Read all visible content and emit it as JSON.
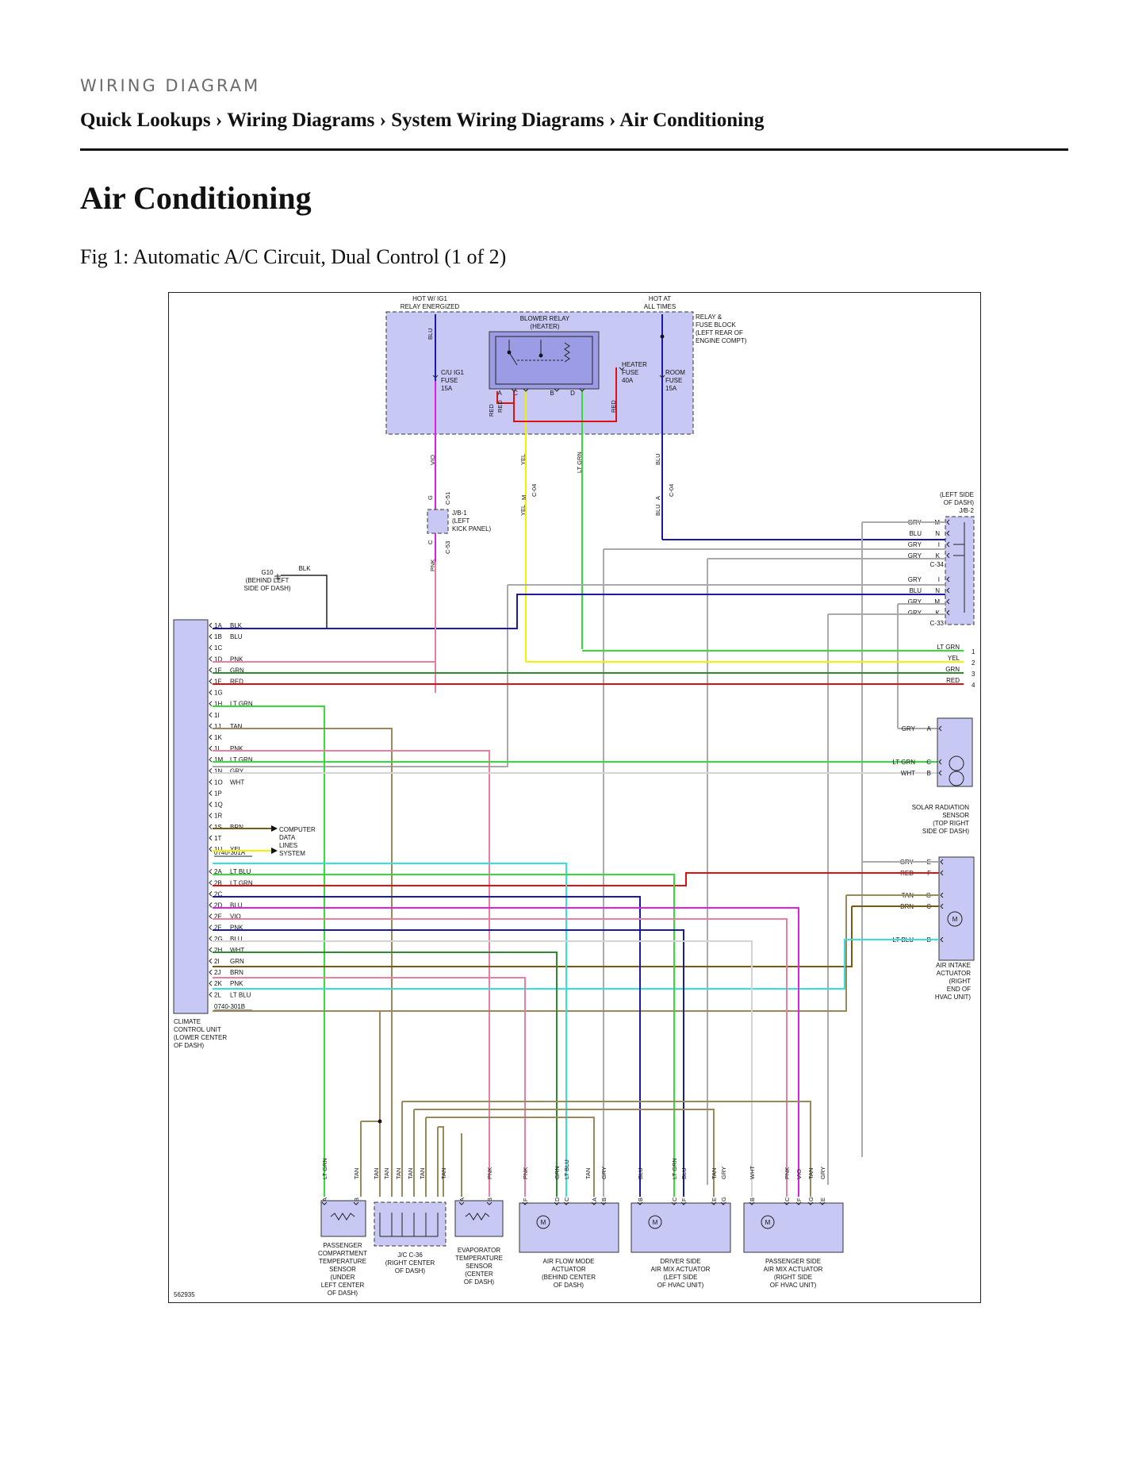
{
  "header": {
    "kicker": "WIRING DIAGRAM",
    "breadcrumb": [
      "Quick Lookups",
      "Wiring Diagrams",
      "System Wiring Diagrams",
      "Air Conditioning"
    ],
    "separator": "›"
  },
  "page_title": "Air Conditioning",
  "figure_caption": "Fig 1: Automatic A/C Circuit, Dual Control (1 of 2)",
  "diagram": {
    "figure_id": "562935",
    "labels": {
      "hot_ig1": [
        "HOT W/ IG1",
        "RELAY ENERGIZED"
      ],
      "hot_all": [
        "HOT AT",
        "ALL TIMES"
      ],
      "relay_block": [
        "RELAY &",
        "FUSE BLOCK",
        "(LEFT REAR OF",
        "ENGINE COMPT)"
      ],
      "blower_relay": [
        "BLOWER RELAY",
        "(HEATER)"
      ],
      "cu_fuse": [
        "C/U IG1",
        "FUSE",
        "15A"
      ],
      "heater_fuse": [
        "HEATER",
        "FUSE",
        "40A"
      ],
      "room_fuse": [
        "ROOM",
        "FUSE",
        "15A"
      ],
      "jb1": [
        "J/B-1",
        "(LEFT",
        "KICK PANEL)"
      ],
      "jb2": [
        "(LEFT SIDE",
        "OF DASH)",
        "J/B-2"
      ],
      "ground": [
        "G10",
        "(BEHIND LEFT",
        "SIDE OF DASH)"
      ],
      "ccu": [
        "CLIMATE",
        "CONTROL UNIT",
        "(LOWER CENTER",
        "OF DASH)"
      ],
      "solar": [
        "SOLAR RADIATION",
        "SENSOR",
        "(TOP RIGHT",
        "SIDE OF DASH)"
      ],
      "intake": [
        "AIR INTAKE",
        "ACTUATOR",
        "(RIGHT",
        "END OF",
        "HVAC UNIT)"
      ],
      "computer": [
        "COMPUTER",
        "DATA",
        "LINES",
        "SYSTEM"
      ],
      "pass_temp": [
        "PASSENGER",
        "COMPARTMENT",
        "TEMPERATURE",
        "SENSOR",
        "(UNDER",
        "LEFT CENTER",
        "OF DASH)"
      ],
      "jc36": [
        "J/C C-36",
        "(RIGHT CENTER",
        "OF DASH)"
      ],
      "evap": [
        "EVAPORATOR",
        "TEMPERATURE",
        "SENSOR",
        "(CENTER",
        "OF DASH)"
      ],
      "airflow": [
        "AIR FLOW MODE",
        "ACTUATOR",
        "(BEHIND CENTER",
        "OF DASH)"
      ],
      "driver_mix": [
        "DRIVER SIDE",
        "AIR MIX ACTUATOR",
        "(LEFT SIDE",
        "OF HVAC UNIT)"
      ],
      "pass_mix": [
        "PASSENGER SIDE",
        "AIR MIX ACTUATOR",
        "(RIGHT SIDE",
        "OF HVAC UNIT)"
      ],
      "conn_a": "0740-301A",
      "conn_b": "0740-301B",
      "c34": "C-34",
      "c33": "C-33",
      "c51": "C-51",
      "c53": "C-53",
      "c04": "C-04"
    },
    "colors": {
      "BLK": "#222222",
      "BLU": "#1a1aa6",
      "PNK": "#e87fa0",
      "GRN": "#2e8b2e",
      "RED": "#dd1111",
      "LT GRN": "#33dd33",
      "TAN": "#9a8a5a",
      "GRY": "#aaaaaa",
      "WHT": "#d4d4d4",
      "BRN": "#7a5a10",
      "YEL": "#f2f200",
      "VIO": "#e020e0",
      "LT BLU": "#33e0e0",
      "panel": "#c8c8f4",
      "panel_dark": "#9c9ce6"
    },
    "ccu_pins": [
      {
        "pin": "1A",
        "wire": "BLK"
      },
      {
        "pin": "1B",
        "wire": "BLU"
      },
      {
        "pin": "1C",
        "wire": ""
      },
      {
        "pin": "1D",
        "wire": "PNK"
      },
      {
        "pin": "1E",
        "wire": "GRN"
      },
      {
        "pin": "1F",
        "wire": "RED"
      },
      {
        "pin": "1G",
        "wire": ""
      },
      {
        "pin": "1H",
        "wire": "LT GRN"
      },
      {
        "pin": "1I",
        "wire": ""
      },
      {
        "pin": "1J",
        "wire": "TAN"
      },
      {
        "pin": "1K",
        "wire": ""
      },
      {
        "pin": "1L",
        "wire": "PNK"
      },
      {
        "pin": "1M",
        "wire": "LT GRN"
      },
      {
        "pin": "1N",
        "wire": "GRY"
      },
      {
        "pin": "1O",
        "wire": "WHT"
      },
      {
        "pin": "1P",
        "wire": ""
      },
      {
        "pin": "1Q",
        "wire": ""
      },
      {
        "pin": "1R",
        "wire": ""
      },
      {
        "pin": "1S",
        "wire": "BRN"
      },
      {
        "pin": "1T",
        "wire": ""
      },
      {
        "pin": "1U",
        "wire": "YEL"
      },
      {
        "pin": "2A",
        "wire": "LT BLU"
      },
      {
        "pin": "2B",
        "wire": "LT GRN"
      },
      {
        "pin": "2C",
        "wire": ""
      },
      {
        "pin": "2D",
        "wire": "BLU"
      },
      {
        "pin": "2E",
        "wire": "VIO"
      },
      {
        "pin": "2F",
        "wire": "PNK"
      },
      {
        "pin": "2G",
        "wire": "BLU"
      },
      {
        "pin": "2H",
        "wire": "WHT"
      },
      {
        "pin": "2I",
        "wire": "GRN"
      },
      {
        "pin": "2J",
        "wire": "BRN"
      },
      {
        "pin": "2K",
        "wire": "PNK"
      },
      {
        "pin": "2L",
        "wire": "LT BLU"
      }
    ],
    "jb2_pins": [
      {
        "wire": "GRY",
        "pin": "M"
      },
      {
        "wire": "BLU",
        "pin": "N"
      },
      {
        "wire": "GRY",
        "pin": "I"
      },
      {
        "wire": "GRY",
        "pin": "K"
      },
      {
        "wire": "GRY",
        "pin": "I"
      },
      {
        "wire": "BLU",
        "pin": "N"
      },
      {
        "wire": "GRY",
        "pin": "M"
      },
      {
        "wire": "GRY",
        "pin": "K"
      }
    ],
    "right_bus": [
      {
        "wire": "LT GRN",
        "num": "1"
      },
      {
        "wire": "YEL",
        "num": "2"
      },
      {
        "wire": "GRN",
        "num": "3"
      },
      {
        "wire": "RED",
        "num": "4"
      }
    ],
    "solar_pins": [
      {
        "wire": "GRY",
        "pin": "A"
      },
      {
        "wire": "LT GRN",
        "pin": "C"
      },
      {
        "wire": "WHT",
        "pin": "B"
      }
    ],
    "intake_pins": [
      {
        "wire": "GRY",
        "pin": "E"
      },
      {
        "wire": "RED",
        "pin": "F"
      },
      {
        "wire": "TAN",
        "pin": "G"
      },
      {
        "wire": "BRN",
        "pin": "C"
      },
      {
        "wire": "LT BLU",
        "pin": "B"
      }
    ],
    "vertical_tags": {
      "top": [
        "BLU",
        "RED",
        "RED",
        "RED",
        "VIO",
        "YEL",
        "LT GRN",
        "BLU",
        "YEL",
        "BLU",
        "PNK"
      ],
      "relay_pins": [
        "A",
        "C",
        "B",
        "D"
      ],
      "bottom_wires": [
        "LT GRN",
        "TAN",
        "TAN",
        "TAN",
        "TAN",
        "TAN",
        "TAN",
        "TAN",
        "PNK",
        "PNK",
        "GRN",
        "LT BLU",
        "TAN",
        "GRY",
        "BLU",
        "LT GRN",
        "BLU",
        "TAN",
        "GRY",
        "WHT",
        "PNK",
        "VIO",
        "TAN",
        "GRY"
      ],
      "bottom_pins": [
        "A",
        "B",
        "A",
        "B",
        "F",
        "D",
        "C",
        "A",
        "B",
        "B",
        "C",
        "F",
        "E",
        "G",
        "B",
        "C",
        "F",
        "G",
        "E"
      ],
      "misc_pins": [
        "G",
        "C",
        "M",
        "A",
        "BLK"
      ]
    }
  }
}
